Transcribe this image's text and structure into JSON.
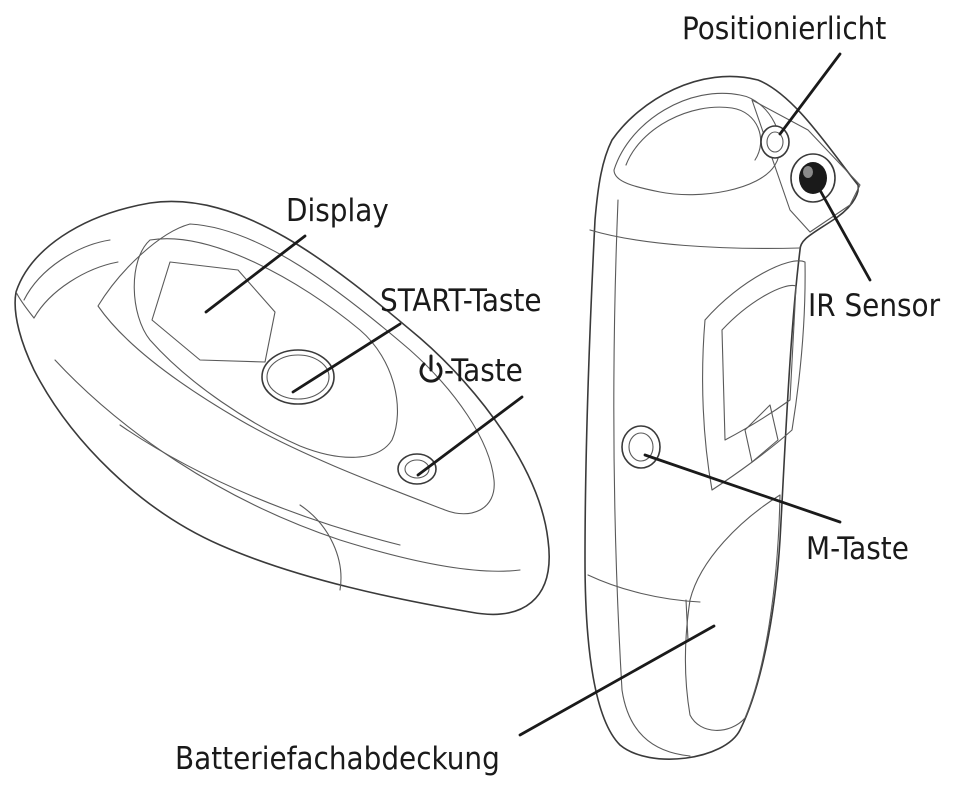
{
  "labels": {
    "display": "Display",
    "start_button": "START-Taste",
    "power_button": "-Taste",
    "positioning_light": "Positionierlicht",
    "ir_sensor": "IR Sensor",
    "m_button": "M-Taste",
    "battery_cover": "Batteriefachabdeckung"
  },
  "icons": {
    "power_symbol": "power-icon"
  }
}
